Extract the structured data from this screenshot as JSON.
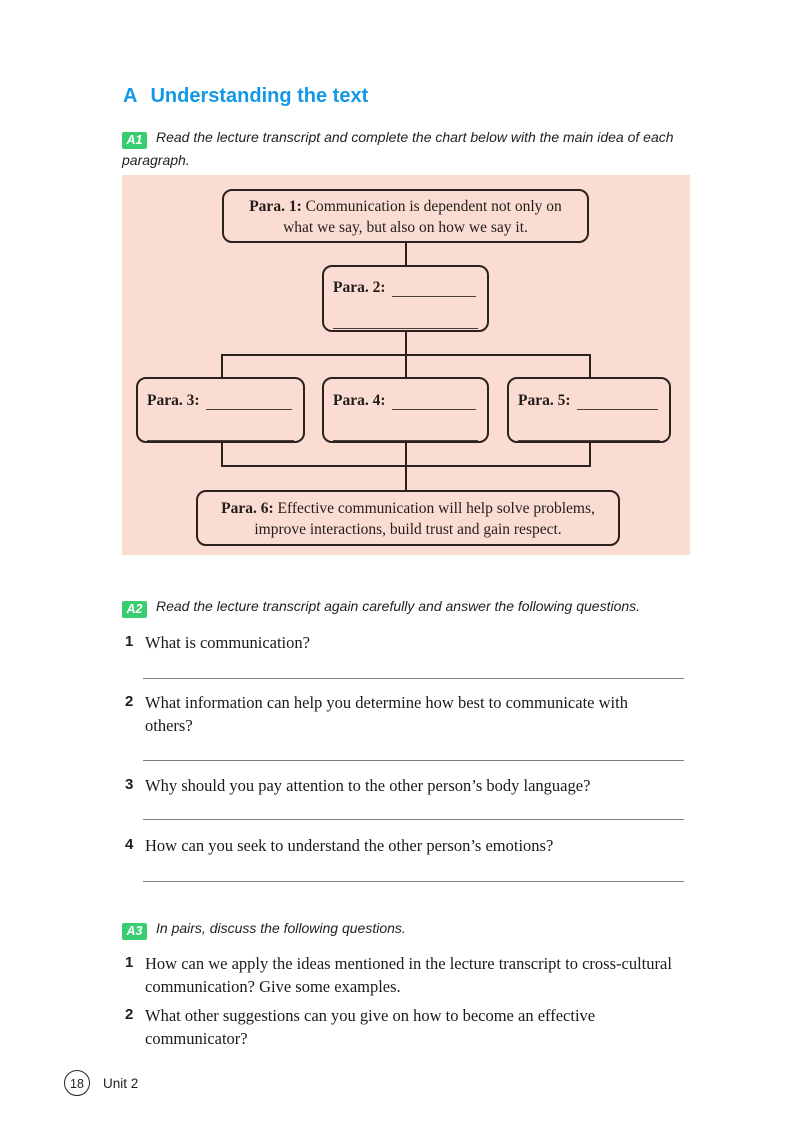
{
  "page": {
    "title": {
      "letter": "A",
      "text": "Understanding the text"
    },
    "footer": {
      "page_number": "18",
      "unit_label": "Unit 2"
    }
  },
  "colors": {
    "title_blue": "#1398e8",
    "badge_green": "#38cd71",
    "chart_background_pink": "#fbdcd2",
    "box_border": "#2b2220"
  },
  "sections": {
    "a1": {
      "badge": "A1",
      "lines": [
        "Read the lecture transcript and complete the chart below with the main idea of each",
        "paragraph."
      ]
    },
    "a2": {
      "badge": "A2",
      "instruction": "Read the lecture transcript again carefully and answer the following questions.",
      "questions": [
        {
          "number": "1",
          "lines": [
            "What is communication?"
          ]
        },
        {
          "number": "2",
          "lines": [
            "What information can help you determine how best to communicate with",
            "others?"
          ]
        },
        {
          "number": "3",
          "lines": [
            "Why should you pay attention to the other person’s body language?"
          ]
        },
        {
          "number": "4",
          "lines": [
            "How can you seek to understand the other person’s emotions?"
          ]
        }
      ]
    },
    "a3": {
      "badge": "A3",
      "instruction": "In pairs, discuss the following questions.",
      "questions": [
        {
          "number": "1",
          "lines": [
            "How can we apply the ideas mentioned in the lecture transcript to cross-cultural",
            "communication? Give some examples."
          ]
        },
        {
          "number": "2",
          "lines": [
            "What other suggestions can you give on how to become an effective",
            "communicator?"
          ]
        }
      ]
    }
  },
  "chart": {
    "para1": {
      "label": "Para. 1:",
      "line1": "Communication is dependent not only on",
      "line2": "what we say, but also on how we say it."
    },
    "para2": {
      "label": "Para. 2:"
    },
    "para3": {
      "label": "Para. 3:"
    },
    "para4": {
      "label": "Para. 4:"
    },
    "para5": {
      "label": "Para. 5:"
    },
    "para6": {
      "label": "Para. 6:",
      "line1": "Effective communication will help solve problems,",
      "line2": "improve interactions, build trust and gain respect."
    }
  }
}
